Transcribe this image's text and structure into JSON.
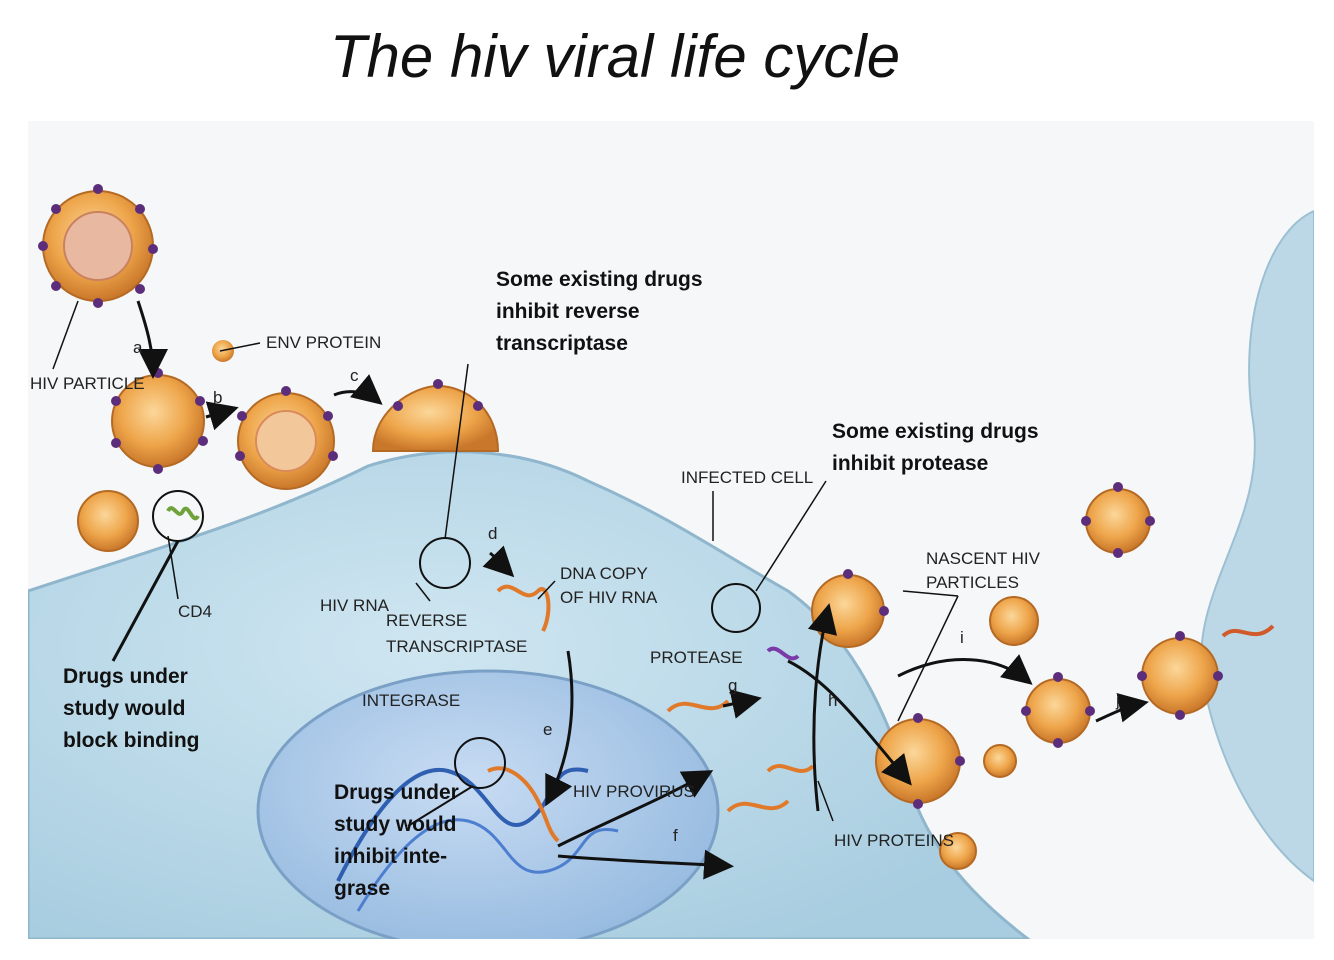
{
  "title": "The hiv viral life cycle",
  "labels": {
    "hiv_particle": "HIV PARTICLE",
    "env_protein": "ENV PROTEIN",
    "cd4": "CD4",
    "hiv_rna": "HIV RNA",
    "reverse_transcriptase_1": "REVERSE",
    "reverse_transcriptase_2": "TRANSCRIPTASE",
    "dna_copy_1": "DNA COPY",
    "dna_copy_2": "OF HIV RNA",
    "integrase": "INTEGRASE",
    "hiv_provirus": "HIV PROVIRUS",
    "infected_cell": "INFECTED CELL",
    "protease": "PROTEASE",
    "hiv_proteins": "HIV PROTEINS",
    "nascent_1": "NASCENT HIV",
    "nascent_2": "PARTICLES"
  },
  "annotations": {
    "rt_drugs": [
      "Some existing drugs",
      "inhibit reverse",
      "transcriptase"
    ],
    "protease_drugs": [
      "Some existing drugs",
      "inhibit protease"
    ],
    "binding_drugs": [
      "Drugs under",
      "study would",
      "block binding"
    ],
    "integrase_drugs": [
      "Drugs under",
      "study would",
      "inhibit inte-",
      "grase"
    ]
  },
  "steps": {
    "a": "a",
    "b": "b",
    "c": "c",
    "d": "d",
    "e": "e",
    "f": "f",
    "g": "g",
    "h": "h",
    "i": "i",
    "j": "j"
  },
  "colors": {
    "virion": "#e89a3a",
    "spike": "#5b2d7a",
    "cell": "#b9d9ea",
    "nucleus": "#a9c8e8",
    "background": "#f6f7f8"
  }
}
